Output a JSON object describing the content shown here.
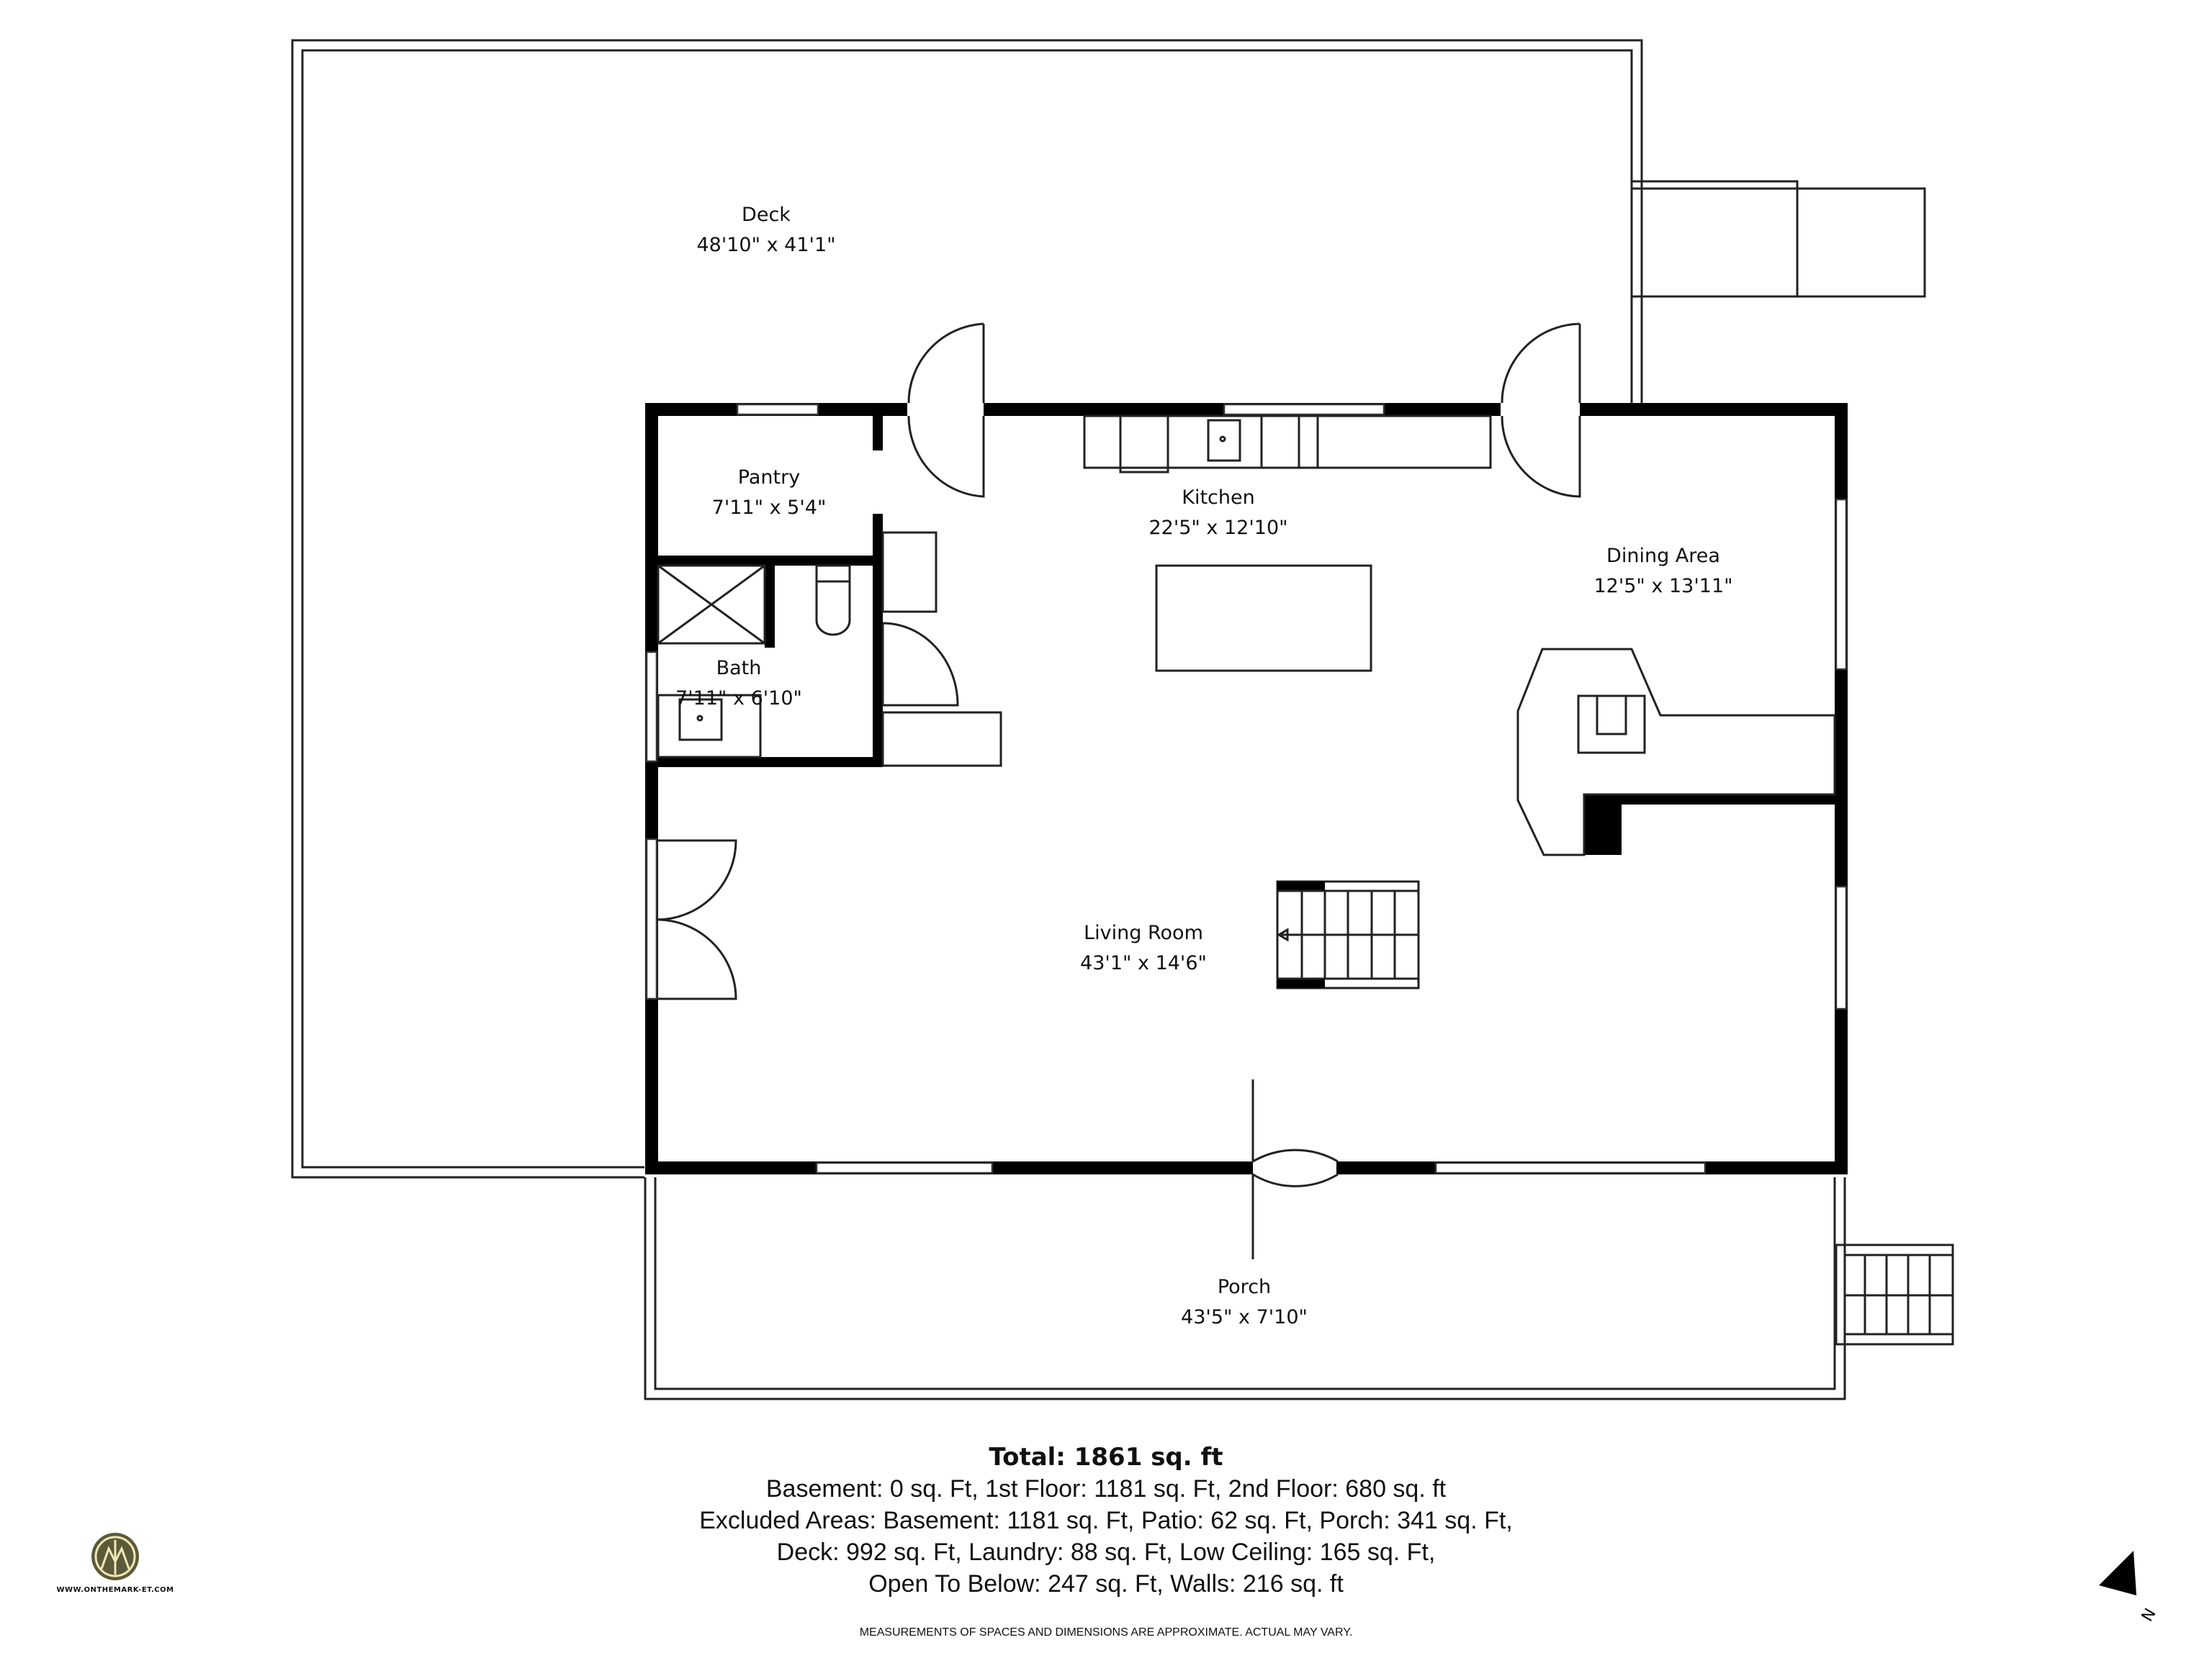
{
  "rooms": {
    "deck": {
      "name": "Deck",
      "dims": "48'10\" x 41'1\""
    },
    "pantry": {
      "name": "Pantry",
      "dims": "7'11\" x 5'4\""
    },
    "kitchen": {
      "name": "Kitchen",
      "dims": "22'5\" x 12'10\""
    },
    "dining_area": {
      "name": "Dining Area",
      "dims": "12'5\" x 13'11\""
    },
    "bath": {
      "name": "Bath",
      "dims": "7'11\" x 6'10\""
    },
    "living_room": {
      "name": "Living Room",
      "dims": "43'1\" x 14'6\""
    },
    "porch": {
      "name": "Porch",
      "dims": "43'5\" x 7'10\""
    }
  },
  "summary": {
    "total": "Total: 1861 sq. ft",
    "lines": [
      "Basement: 0 sq. Ft, 1st Floor: 1181 sq. Ft, 2nd Floor: 680 sq. ft",
      "Excluded Areas: Basement: 1181 sq. Ft, Patio: 62 sq. Ft, Porch: 341 sq. Ft,",
      "Deck: 992 sq. Ft, Laundry: 88 sq. Ft, Low Ceiling: 165 sq. Ft,",
      "Open To Below: 247 sq. Ft, Walls: 216 sq. ft"
    ]
  },
  "disclaimer": "MEASUREMENTS OF SPACES AND DIMENSIONS ARE APPROXIMATE. ACTUAL MAY VARY.",
  "logo": {
    "url_text": "WWW.ONTHEMARK-ET.COM",
    "color": "#5b5a3a",
    "accent": "#f3e6b5"
  },
  "compass": {
    "label": "N",
    "icon": "north-arrow-icon"
  }
}
